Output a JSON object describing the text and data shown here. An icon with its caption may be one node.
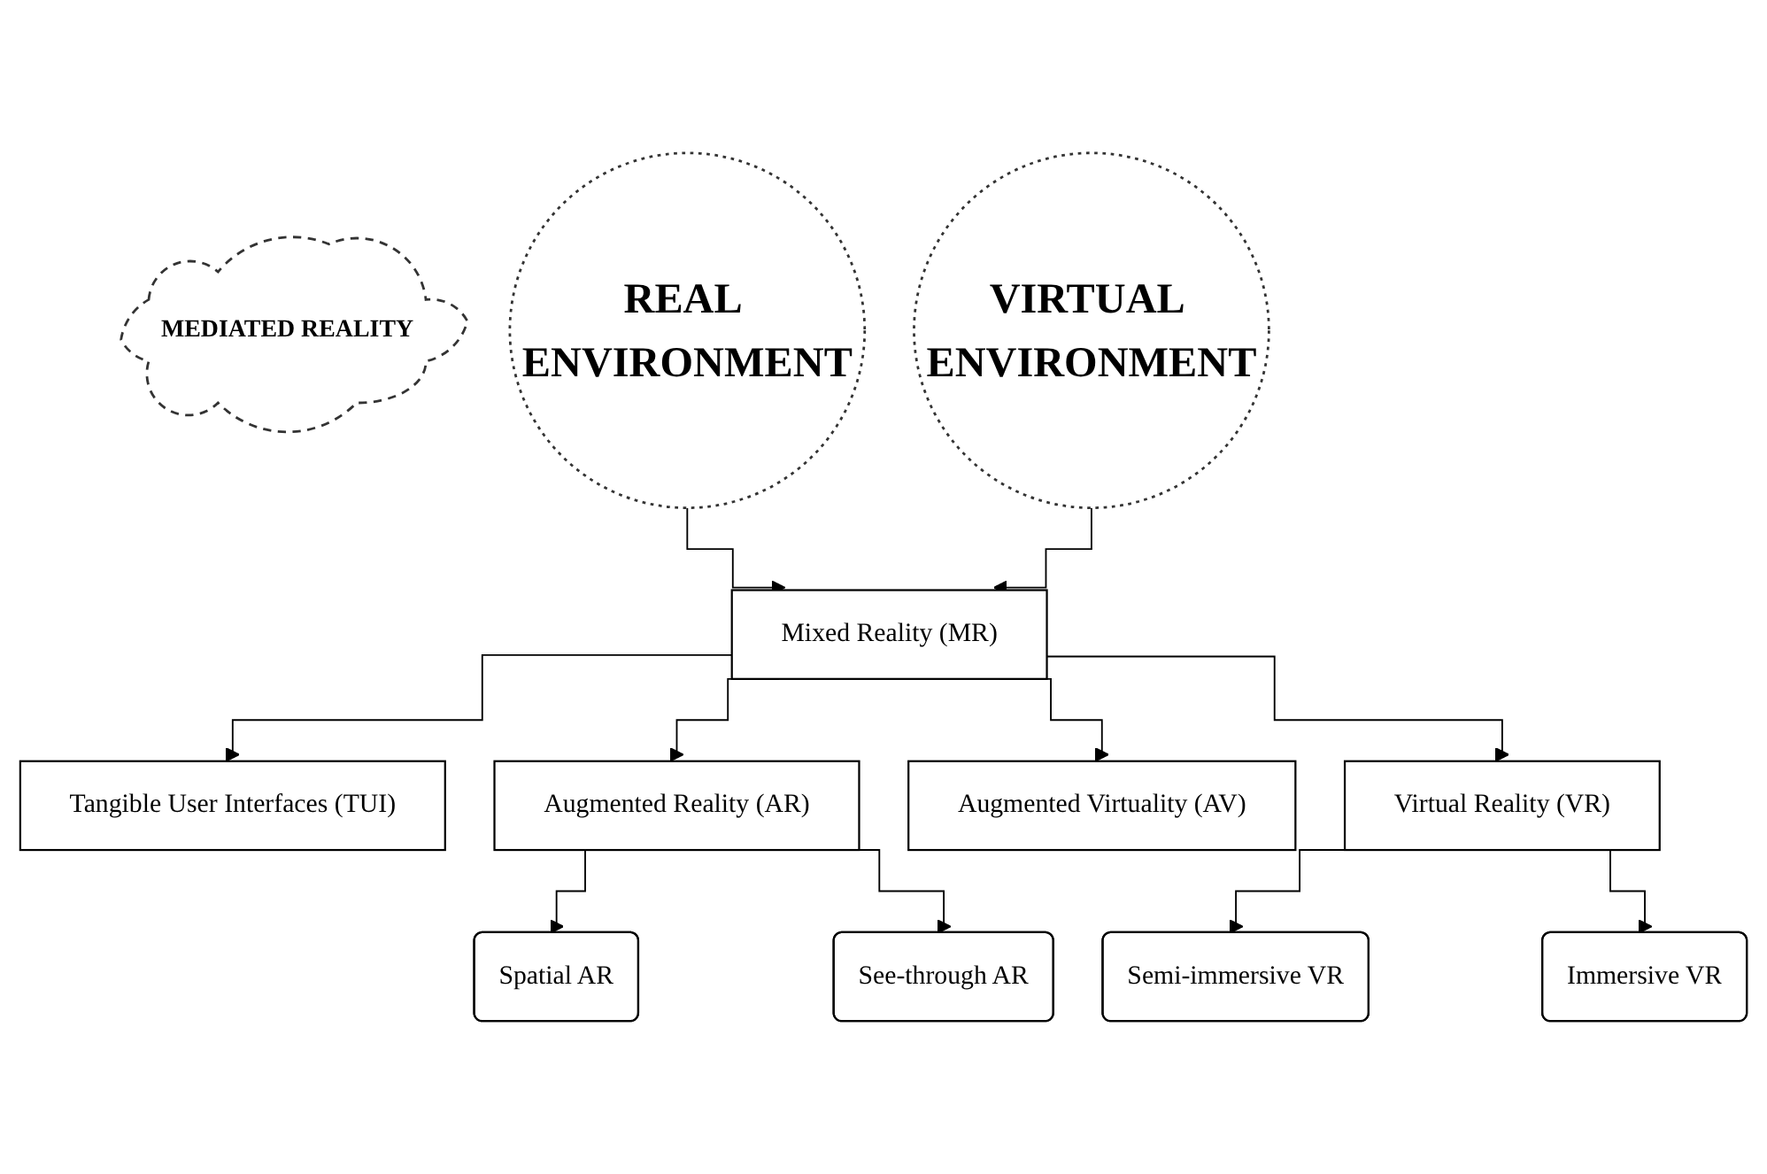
{
  "diagram": {
    "nodes": [
      {
        "text": [
          "MEDIATED REALITY"
        ]
      },
      {
        "text": [
          "REAL ENVIRONMENT"
        ]
      },
      {
        "text": [
          "Mixed Reality (MR)"
        ]
      },
      {
        "text": [
          "VIRTUAL ENVIRONMENT"
        ]
      },
      {
        "text": [
          "Tangible User Interfaces (TUI)"
        ]
      },
      {
        "text": [
          "Augmented Reality (AR)"
        ]
      },
      {
        "text": [
          "Augmented Virtuality (AV)"
        ]
      },
      {
        "text": [
          "Virtual Reality (VR)"
        ]
      },
      {
        "text": [
          "Spatial AR"
        ]
      },
      {
        "text": [
          "See-through AR"
        ]
      },
      {
        "text": [
          "Semi-immersive VR"
        ]
      },
      {
        "text": [
          "Immersive VR"
        ]
      }
    ],
    "edges": [
      {
        "from": 1,
        "to": 2,
        "arrow": "to"
      },
      {
        "from": 3,
        "to": 2,
        "arrow": "to"
      },
      {
        "from": 2,
        "to": 4,
        "arrow": "to"
      },
      {
        "from": 2,
        "to": 5,
        "arrow": "to"
      },
      {
        "from": 2,
        "to": 6,
        "arrow": "to"
      },
      {
        "from": 2,
        "to": 7,
        "arrow": "to"
      },
      {
        "from": 5,
        "to": 8,
        "arrow": "to"
      },
      {
        "from": 5,
        "to": 9,
        "arrow": "to"
      },
      {
        "from": 7,
        "to": 10,
        "arrow": "to"
      },
      {
        "from": 7,
        "to": 11,
        "arrow": "to"
      }
    ]
  }
}
